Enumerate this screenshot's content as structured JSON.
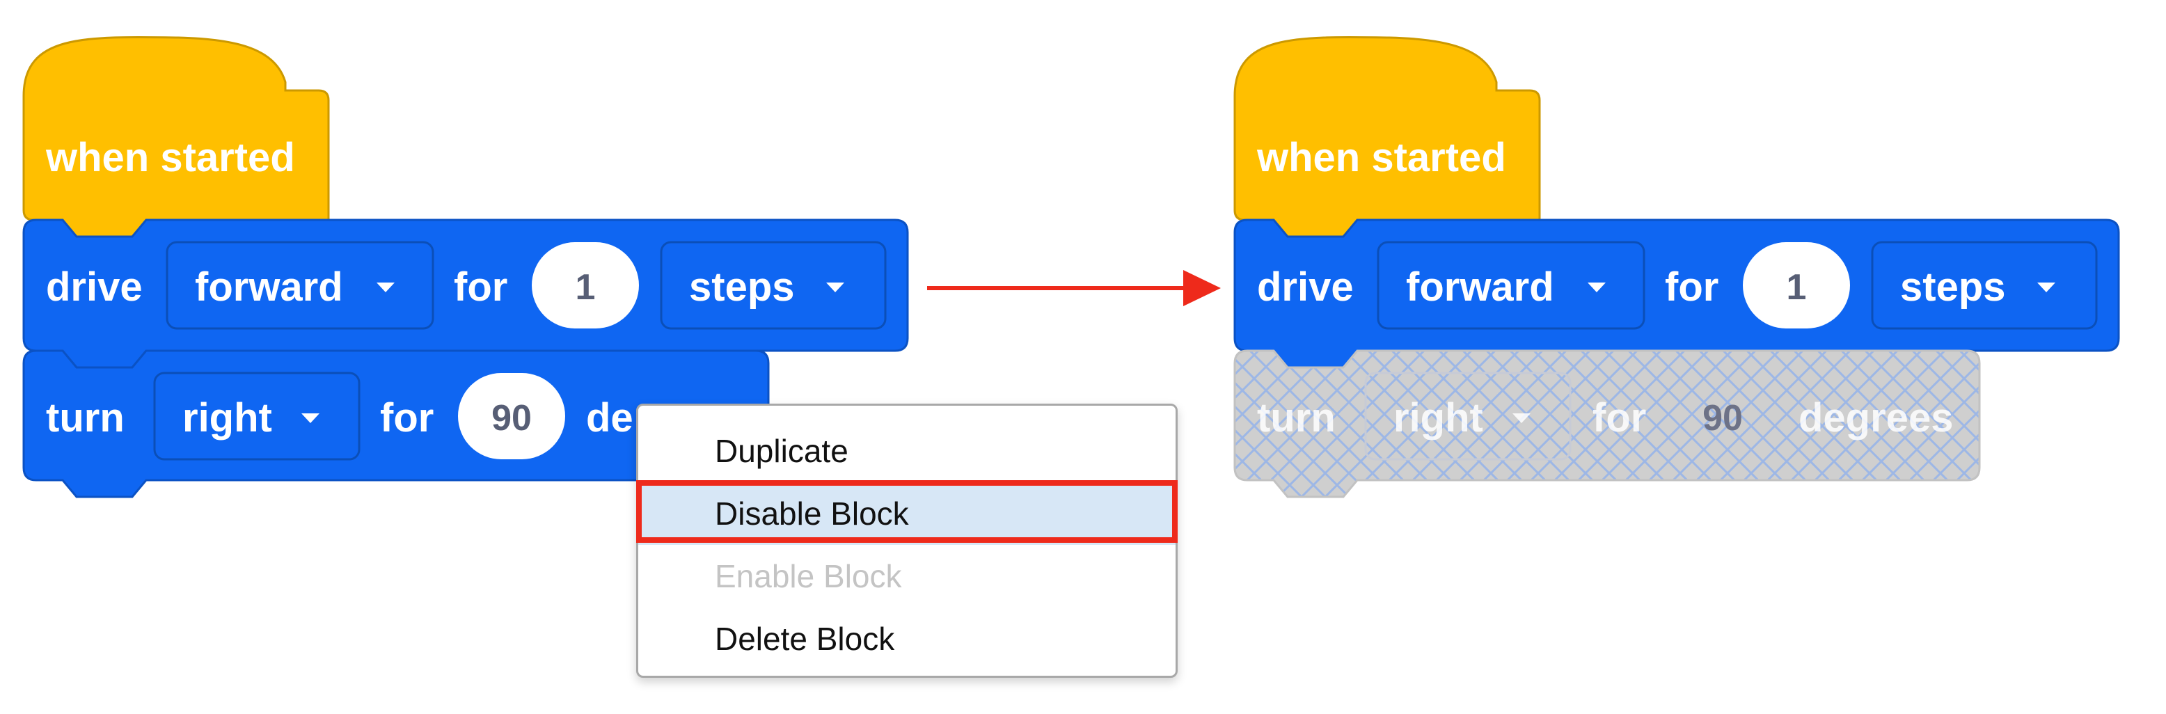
{
  "colors": {
    "event_block": "#ffbf00",
    "event_block_border": "#cc9900",
    "motion_block": "#0f66f2",
    "motion_block_border": "#0b52c4",
    "disabled_block": "#cfcfcf",
    "disabled_hatch": "#9db7e6",
    "arrow": "#ee2a1b",
    "highlight_border": "#ee2a1b",
    "highlight_fill": "#d7e7f6"
  },
  "before": {
    "hat_block": {
      "label": "when started"
    },
    "drive_block": {
      "label": "drive",
      "direction": "forward",
      "for_label": "for",
      "amount": "1",
      "unit": "steps"
    },
    "turn_block": {
      "label": "turn",
      "direction": "right",
      "for_label": "for",
      "amount": "90",
      "unit_partial": "de"
    }
  },
  "after": {
    "hat_block": {
      "label": "when started"
    },
    "drive_block": {
      "label": "drive",
      "direction": "forward",
      "for_label": "for",
      "amount": "1",
      "unit": "steps"
    },
    "turn_block": {
      "label": "turn",
      "direction": "right",
      "for_label": "for",
      "amount": "90",
      "unit": "degrees",
      "state": "disabled"
    }
  },
  "context_menu": {
    "items": [
      {
        "label": "Duplicate",
        "enabled": true
      },
      {
        "label": "Disable Block",
        "enabled": true,
        "highlighted": true
      },
      {
        "label": "Enable Block",
        "enabled": false
      },
      {
        "label": "Delete Block",
        "enabled": true
      }
    ]
  },
  "icons": {
    "dropdown": "chevron-down-icon",
    "transition": "arrow-right-icon"
  }
}
